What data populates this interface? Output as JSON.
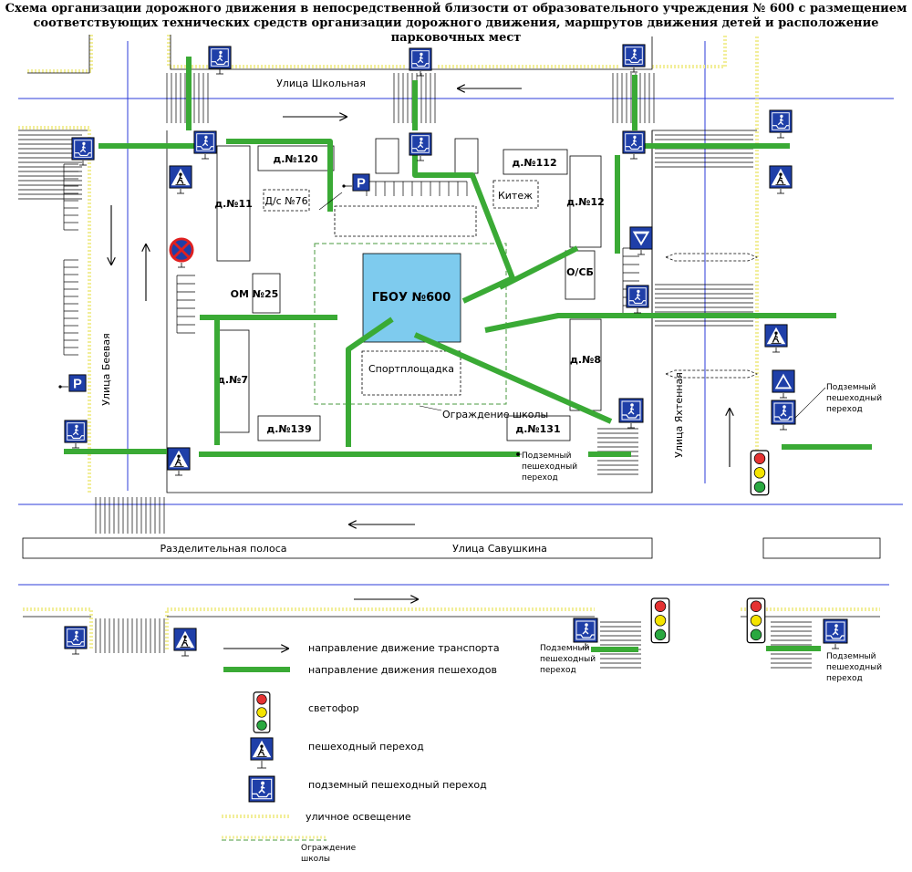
{
  "title": {
    "line1": "Схема организации дорожного движения в непосредственной близости от образовательного учреждения № 600 с размещением",
    "line2": "соответствующих технических средств организации дорожного движения, маршрутов движения детей и расположение парковочных мест"
  },
  "streets": {
    "shkolnaya": "Улица  Школьная",
    "beevaya": "Улица  Беевая",
    "yakhtennaya": "Улица  Яхтенная",
    "savushkina": "Улица  Савушкина",
    "divider": "Разделительная  полоса"
  },
  "buildings": {
    "d120": "д.№120",
    "ds76": "Д/с №76",
    "d11": "д.№11",
    "d112": "д.№112",
    "kitezh": "Китеж",
    "d12": "д.№12",
    "osb": "О/СБ",
    "om25": "ОМ №25",
    "school": "ГБОУ №600",
    "sport": "Спортплощадка",
    "d7": "д.№7",
    "d139": "д.№139",
    "d131": "д.№131",
    "d8": "д.№8"
  },
  "annotations": {
    "fence": "Ограждение школы",
    "underpass_l1": "Подземный",
    "underpass_l2": "пешеходный",
    "underpass_l3": "переход",
    "parking": "P"
  },
  "legend": {
    "traffic_direction": "направление движение транспорта",
    "ped_direction": "направление движения пешеходов",
    "traffic_light": "светофор",
    "crossing": "пешеходный переход",
    "underpass": "подземный пешеходный переход",
    "lighting": "уличное освещение",
    "fence_l1": "Ограждение",
    "fence_l2": "школы"
  },
  "colors": {
    "route": "#3aaa35",
    "street_axis": "#2b3bd8",
    "sign_blue": "#1f3fa8",
    "school": "#7ecbee",
    "lighting": "#f2ee9a",
    "fence": "#4a9a3f"
  },
  "icons": [
    "crossing-sign-icon",
    "underpass-sign-icon",
    "traffic-light-icon",
    "parking-sign-icon",
    "no-stopping-sign-icon",
    "yield-sign-icon",
    "warning-children-sign-icon",
    "street-lamp-icon"
  ]
}
